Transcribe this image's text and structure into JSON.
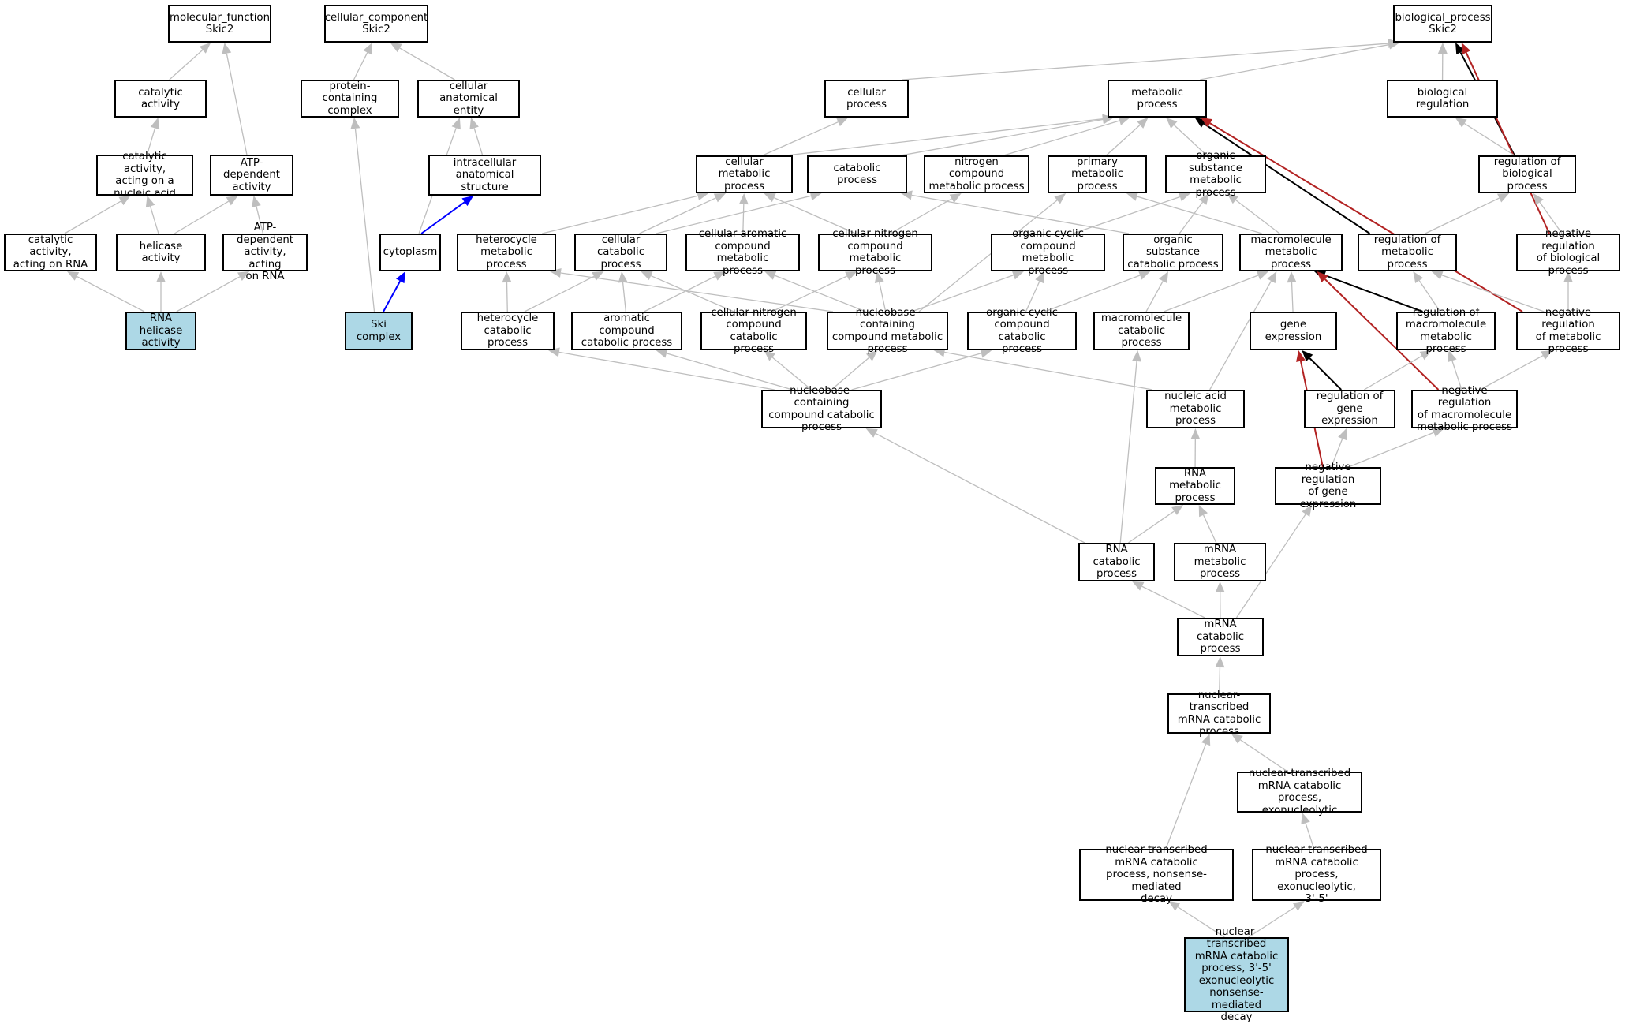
{
  "colors": {
    "edge_default": "#bebebe",
    "edge_black": "#000000",
    "edge_red": "#b22222",
    "edge_blue": "#0000ff",
    "node_fill": "#ffffff",
    "node_highlight": "#add8e6",
    "node_border": "#000000"
  },
  "nodes": {
    "mf_root": {
      "label": "molecular_function\nSkic2"
    },
    "cat_act": {
      "label": "catalytic activity"
    },
    "cat_nuc": {
      "label": "catalytic activity,\nacting on a\nnucleic acid"
    },
    "atp_dep": {
      "label": "ATP-dependent\nactivity"
    },
    "cat_rna": {
      "label": "catalytic activity,\nacting on RNA"
    },
    "helicase": {
      "label": "helicase activity"
    },
    "atp_rna": {
      "label": "ATP-dependent\nactivity, acting\non RNA"
    },
    "rna_helicase": {
      "label": "RNA helicase\nactivity"
    },
    "cc_root": {
      "label": "cellular_component\nSkic2"
    },
    "prot_complex": {
      "label": "protein-containing\ncomplex"
    },
    "cell_anat": {
      "label": "cellular anatomical\nentity"
    },
    "intracell": {
      "label": "intracellular\nanatomical structure"
    },
    "cytoplasm": {
      "label": "cytoplasm"
    },
    "ski": {
      "label": "Ski complex"
    },
    "bp_root": {
      "label": "biological_process\nSkic2"
    },
    "cell_proc": {
      "label": "cellular process"
    },
    "metab": {
      "label": "metabolic process"
    },
    "bio_reg": {
      "label": "biological regulation"
    },
    "cell_metab": {
      "label": "cellular metabolic\nprocess"
    },
    "catab": {
      "label": "catabolic process"
    },
    "nitro": {
      "label": "nitrogen compound\nmetabolic process"
    },
    "primary": {
      "label": "primary metabolic\nprocess"
    },
    "org_sub": {
      "label": "organic substance\nmetabolic process"
    },
    "reg_bio": {
      "label": "regulation of\nbiological process"
    },
    "hetero": {
      "label": "heterocycle\nmetabolic process"
    },
    "cell_catab": {
      "label": "cellular catabolic\nprocess"
    },
    "cell_arom": {
      "label": "cellular aromatic\ncompound metabolic\nprocess"
    },
    "cell_nitro": {
      "label": "cellular nitrogen\ncompound metabolic\nprocess"
    },
    "org_cyc": {
      "label": "organic cyclic\ncompound metabolic\nprocess"
    },
    "org_sub_cat": {
      "label": "organic substance\ncatabolic process"
    },
    "macro": {
      "label": "macromolecule\nmetabolic process"
    },
    "reg_metab": {
      "label": "regulation of\nmetabolic process"
    },
    "neg_bio": {
      "label": "negative regulation\nof biological\nprocess"
    },
    "hetero_cat": {
      "label": "heterocycle\ncatabolic process"
    },
    "arom_cat": {
      "label": "aromatic compound\ncatabolic process"
    },
    "cell_nitro_cat": {
      "label": "cellular nitrogen\ncompound catabolic\nprocess"
    },
    "nucleobase": {
      "label": "nucleobase-containing\ncompound metabolic\nprocess"
    },
    "org_cyc_cat": {
      "label": "organic cyclic\ncompound catabolic\nprocess"
    },
    "macro_cat": {
      "label": "macromolecule\ncatabolic process"
    },
    "gene_expr": {
      "label": "gene expression"
    },
    "reg_macro": {
      "label": "regulation of\nmacromolecule\nmetabolic process"
    },
    "neg_metab": {
      "label": "negative regulation\nof metabolic\nprocess"
    },
    "nucleo_cat": {
      "label": "nucleobase-containing\ncompound catabolic\nprocess"
    },
    "nucleic": {
      "label": "nucleic acid\nmetabolic process"
    },
    "reg_gene": {
      "label": "regulation of\ngene expression"
    },
    "neg_macro": {
      "label": "negative regulation\nof macromolecule\nmetabolic process"
    },
    "rna_metab": {
      "label": "RNA metabolic\nprocess"
    },
    "neg_gene": {
      "label": "negative regulation\nof gene expression"
    },
    "rna_cat": {
      "label": "RNA catabolic\nprocess"
    },
    "mrna_metab": {
      "label": "mRNA metabolic\nprocess"
    },
    "mrna_cat": {
      "label": "mRNA catabolic\nprocess"
    },
    "nt_mrna_cat": {
      "label": "nuclear-transcribed\nmRNA catabolic\nprocess"
    },
    "nt_exo": {
      "label": "nuclear-transcribed\nmRNA catabolic\nprocess, exonucleolytic"
    },
    "nt_nmd": {
      "label": "nuclear-transcribed\nmRNA catabolic\nprocess, nonsense-mediated\ndecay"
    },
    "nt_exo35": {
      "label": "nuclear-transcribed\nmRNA catabolic\nprocess, exonucleolytic,\n3'-5'"
    },
    "nt_final": {
      "label": "nuclear-transcribed\nmRNA catabolic\nprocess, 3'-5'\nexonucleolytic\nnonsense-mediated\ndecay"
    }
  },
  "edges": [
    {
      "from": "cat_act",
      "to": "mf_root",
      "color": "edge_default"
    },
    {
      "from": "atp_dep",
      "to": "mf_root",
      "color": "edge_default"
    },
    {
      "from": "cat_nuc",
      "to": "cat_act",
      "color": "edge_default"
    },
    {
      "from": "cat_rna",
      "to": "cat_nuc",
      "color": "edge_default"
    },
    {
      "from": "helicase",
      "to": "cat_nuc",
      "color": "edge_default"
    },
    {
      "from": "helicase",
      "to": "atp_dep",
      "color": "edge_default"
    },
    {
      "from": "atp_rna",
      "to": "atp_dep",
      "color": "edge_default"
    },
    {
      "from": "rna_helicase",
      "to": "cat_rna",
      "color": "edge_default"
    },
    {
      "from": "rna_helicase",
      "to": "helicase",
      "color": "edge_default"
    },
    {
      "from": "rna_helicase",
      "to": "atp_rna",
      "color": "edge_default"
    },
    {
      "from": "prot_complex",
      "to": "cc_root",
      "color": "edge_default"
    },
    {
      "from": "cell_anat",
      "to": "cc_root",
      "color": "edge_default"
    },
    {
      "from": "intracell",
      "to": "cell_anat",
      "color": "edge_default"
    },
    {
      "from": "cytoplasm",
      "to": "cell_anat",
      "color": "edge_default"
    },
    {
      "from": "cytoplasm",
      "to": "intracell",
      "color": "edge_blue"
    },
    {
      "from": "ski",
      "to": "cytoplasm",
      "color": "edge_blue"
    },
    {
      "from": "ski",
      "to": "prot_complex",
      "color": "edge_default"
    },
    {
      "from": "cell_proc",
      "to": "bp_root",
      "color": "edge_default"
    },
    {
      "from": "metab",
      "to": "bp_root",
      "color": "edge_default"
    },
    {
      "from": "bio_reg",
      "to": "bp_root",
      "color": "edge_default"
    },
    {
      "from": "reg_bio",
      "to": "bp_root",
      "color": "edge_black"
    },
    {
      "from": "neg_bio",
      "to": "bp_root",
      "color": "edge_red"
    },
    {
      "from": "reg_bio",
      "to": "bio_reg",
      "color": "edge_default"
    },
    {
      "from": "cell_metab",
      "to": "cell_proc",
      "color": "edge_default"
    },
    {
      "from": "cell_metab",
      "to": "metab",
      "color": "edge_default"
    },
    {
      "from": "catab",
      "to": "metab",
      "color": "edge_default"
    },
    {
      "from": "nitro",
      "to": "metab",
      "color": "edge_default"
    },
    {
      "from": "primary",
      "to": "metab",
      "color": "edge_default"
    },
    {
      "from": "org_sub",
      "to": "metab",
      "color": "edge_default"
    },
    {
      "from": "reg_metab",
      "to": "metab",
      "color": "edge_black"
    },
    {
      "from": "neg_metab",
      "to": "metab",
      "color": "edge_red"
    },
    {
      "from": "reg_metab",
      "to": "reg_bio",
      "color": "edge_default"
    },
    {
      "from": "neg_bio",
      "to": "reg_bio",
      "color": "edge_default"
    },
    {
      "from": "neg_metab",
      "to": "neg_bio",
      "color": "edge_default"
    },
    {
      "from": "neg_metab",
      "to": "reg_metab",
      "color": "edge_default"
    },
    {
      "from": "reg_macro",
      "to": "reg_metab",
      "color": "edge_default"
    },
    {
      "from": "neg_macro",
      "to": "neg_metab",
      "color": "edge_default"
    },
    {
      "from": "neg_macro",
      "to": "reg_macro",
      "color": "edge_default"
    },
    {
      "from": "reg_macro",
      "to": "macro",
      "color": "edge_black"
    },
    {
      "from": "neg_macro",
      "to": "macro",
      "color": "edge_red"
    },
    {
      "from": "reg_gene",
      "to": "reg_macro",
      "color": "edge_default"
    },
    {
      "from": "reg_gene",
      "to": "gene_expr",
      "color": "edge_black"
    },
    {
      "from": "neg_gene",
      "to": "gene_expr",
      "color": "edge_red"
    },
    {
      "from": "neg_gene",
      "to": "reg_gene",
      "color": "edge_default"
    },
    {
      "from": "neg_gene",
      "to": "neg_macro",
      "color": "edge_default"
    },
    {
      "from": "gene_expr",
      "to": "macro",
      "color": "edge_default"
    },
    {
      "from": "hetero",
      "to": "cell_metab",
      "color": "edge_default"
    },
    {
      "from": "cell_catab",
      "to": "cell_metab",
      "color": "edge_default"
    },
    {
      "from": "cell_catab",
      "to": "catab",
      "color": "edge_default"
    },
    {
      "from": "cell_arom",
      "to": "cell_metab",
      "color": "edge_default"
    },
    {
      "from": "cell_nitro",
      "to": "cell_metab",
      "color": "edge_default"
    },
    {
      "from": "cell_nitro",
      "to": "nitro",
      "color": "edge_default"
    },
    {
      "from": "org_cyc",
      "to": "org_sub",
      "color": "edge_default"
    },
    {
      "from": "org_sub_cat",
      "to": "org_sub",
      "color": "edge_default"
    },
    {
      "from": "org_sub_cat",
      "to": "catab",
      "color": "edge_default"
    },
    {
      "from": "macro",
      "to": "org_sub",
      "color": "edge_default"
    },
    {
      "from": "macro",
      "to": "primary",
      "color": "edge_default"
    },
    {
      "from": "hetero_cat",
      "to": "hetero",
      "color": "edge_default"
    },
    {
      "from": "hetero_cat",
      "to": "cell_catab",
      "color": "edge_default"
    },
    {
      "from": "arom_cat",
      "to": "cell_catab",
      "color": "edge_default"
    },
    {
      "from": "arom_cat",
      "to": "cell_arom",
      "color": "edge_default"
    },
    {
      "from": "cell_nitro_cat",
      "to": "cell_catab",
      "color": "edge_default"
    },
    {
      "from": "cell_nitro_cat",
      "to": "cell_nitro",
      "color": "edge_default"
    },
    {
      "from": "nucleobase",
      "to": "hetero",
      "color": "edge_default"
    },
    {
      "from": "nucleobase",
      "to": "cell_arom",
      "color": "edge_default"
    },
    {
      "from": "nucleobase",
      "to": "cell_nitro",
      "color": "edge_default"
    },
    {
      "from": "nucleobase",
      "to": "org_cyc",
      "color": "edge_default"
    },
    {
      "from": "nucleobase",
      "to": "primary",
      "color": "edge_default"
    },
    {
      "from": "org_cyc_cat",
      "to": "org_cyc",
      "color": "edge_default"
    },
    {
      "from": "org_cyc_cat",
      "to": "org_sub_cat",
      "color": "edge_default"
    },
    {
      "from": "macro_cat",
      "to": "org_sub_cat",
      "color": "edge_default"
    },
    {
      "from": "macro_cat",
      "to": "macro",
      "color": "edge_default"
    },
    {
      "from": "nucleo_cat",
      "to": "hetero_cat",
      "color": "edge_default"
    },
    {
      "from": "nucleo_cat",
      "to": "arom_cat",
      "color": "edge_default"
    },
    {
      "from": "nucleo_cat",
      "to": "cell_nitro_cat",
      "color": "edge_default"
    },
    {
      "from": "nucleo_cat",
      "to": "nucleobase",
      "color": "edge_default"
    },
    {
      "from": "nucleo_cat",
      "to": "org_cyc_cat",
      "color": "edge_default"
    },
    {
      "from": "nucleic",
      "to": "nucleobase",
      "color": "edge_default"
    },
    {
      "from": "nucleic",
      "to": "macro",
      "color": "edge_default"
    },
    {
      "from": "rna_metab",
      "to": "nucleic",
      "color": "edge_default"
    },
    {
      "from": "rna_cat",
      "to": "rna_metab",
      "color": "edge_default"
    },
    {
      "from": "rna_cat",
      "to": "nucleo_cat",
      "color": "edge_default"
    },
    {
      "from": "rna_cat",
      "to": "macro_cat",
      "color": "edge_default"
    },
    {
      "from": "mrna_metab",
      "to": "rna_metab",
      "color": "edge_default"
    },
    {
      "from": "mrna_cat",
      "to": "rna_cat",
      "color": "edge_default"
    },
    {
      "from": "mrna_cat",
      "to": "mrna_metab",
      "color": "edge_default"
    },
    {
      "from": "mrna_cat",
      "to": "neg_gene",
      "color": "edge_default"
    },
    {
      "from": "nt_mrna_cat",
      "to": "mrna_cat",
      "color": "edge_default"
    },
    {
      "from": "nt_exo",
      "to": "nt_mrna_cat",
      "color": "edge_default"
    },
    {
      "from": "nt_nmd",
      "to": "nt_mrna_cat",
      "color": "edge_default"
    },
    {
      "from": "nt_exo35",
      "to": "nt_exo",
      "color": "edge_default"
    },
    {
      "from": "nt_final",
      "to": "nt_nmd",
      "color": "edge_default"
    },
    {
      "from": "nt_final",
      "to": "nt_exo35",
      "color": "edge_default"
    }
  ]
}
